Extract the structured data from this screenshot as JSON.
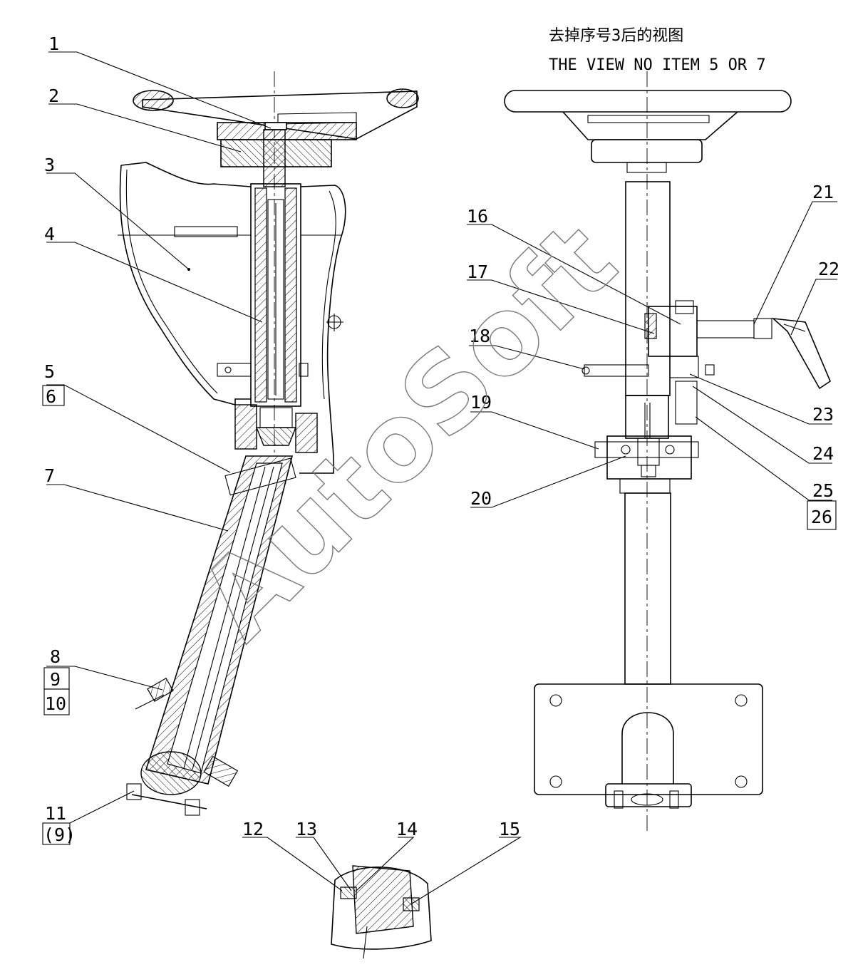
{
  "title": {
    "chinese": "去掉序号3后的视图",
    "english": "THE VIEW NO ITEM 5 OR 7"
  },
  "watermark": "AutoSoft",
  "callouts": [
    {
      "id": "c1",
      "text": "1"
    },
    {
      "id": "c2",
      "text": "2"
    },
    {
      "id": "c3",
      "text": "3"
    },
    {
      "id": "c4",
      "text": "4"
    },
    {
      "id": "c5",
      "text": "5"
    },
    {
      "id": "c6",
      "text": "6"
    },
    {
      "id": "c7",
      "text": "7"
    },
    {
      "id": "c8",
      "text": "8"
    },
    {
      "id": "c9",
      "text": "9"
    },
    {
      "id": "c10",
      "text": "10"
    },
    {
      "id": "c11",
      "text": "11"
    },
    {
      "id": "c11b",
      "text": "(9)"
    },
    {
      "id": "c12",
      "text": "12"
    },
    {
      "id": "c13",
      "text": "13"
    },
    {
      "id": "c14",
      "text": "14"
    },
    {
      "id": "c15",
      "text": "15"
    },
    {
      "id": "c16",
      "text": "16"
    },
    {
      "id": "c17",
      "text": "17"
    },
    {
      "id": "c18",
      "text": "18"
    },
    {
      "id": "c19",
      "text": "19"
    },
    {
      "id": "c20",
      "text": "20"
    },
    {
      "id": "c21",
      "text": "21"
    },
    {
      "id": "c22",
      "text": "22"
    },
    {
      "id": "c23",
      "text": "23"
    },
    {
      "id": "c24",
      "text": "24"
    },
    {
      "id": "c25",
      "text": "25"
    },
    {
      "id": "c26",
      "text": "26"
    }
  ]
}
